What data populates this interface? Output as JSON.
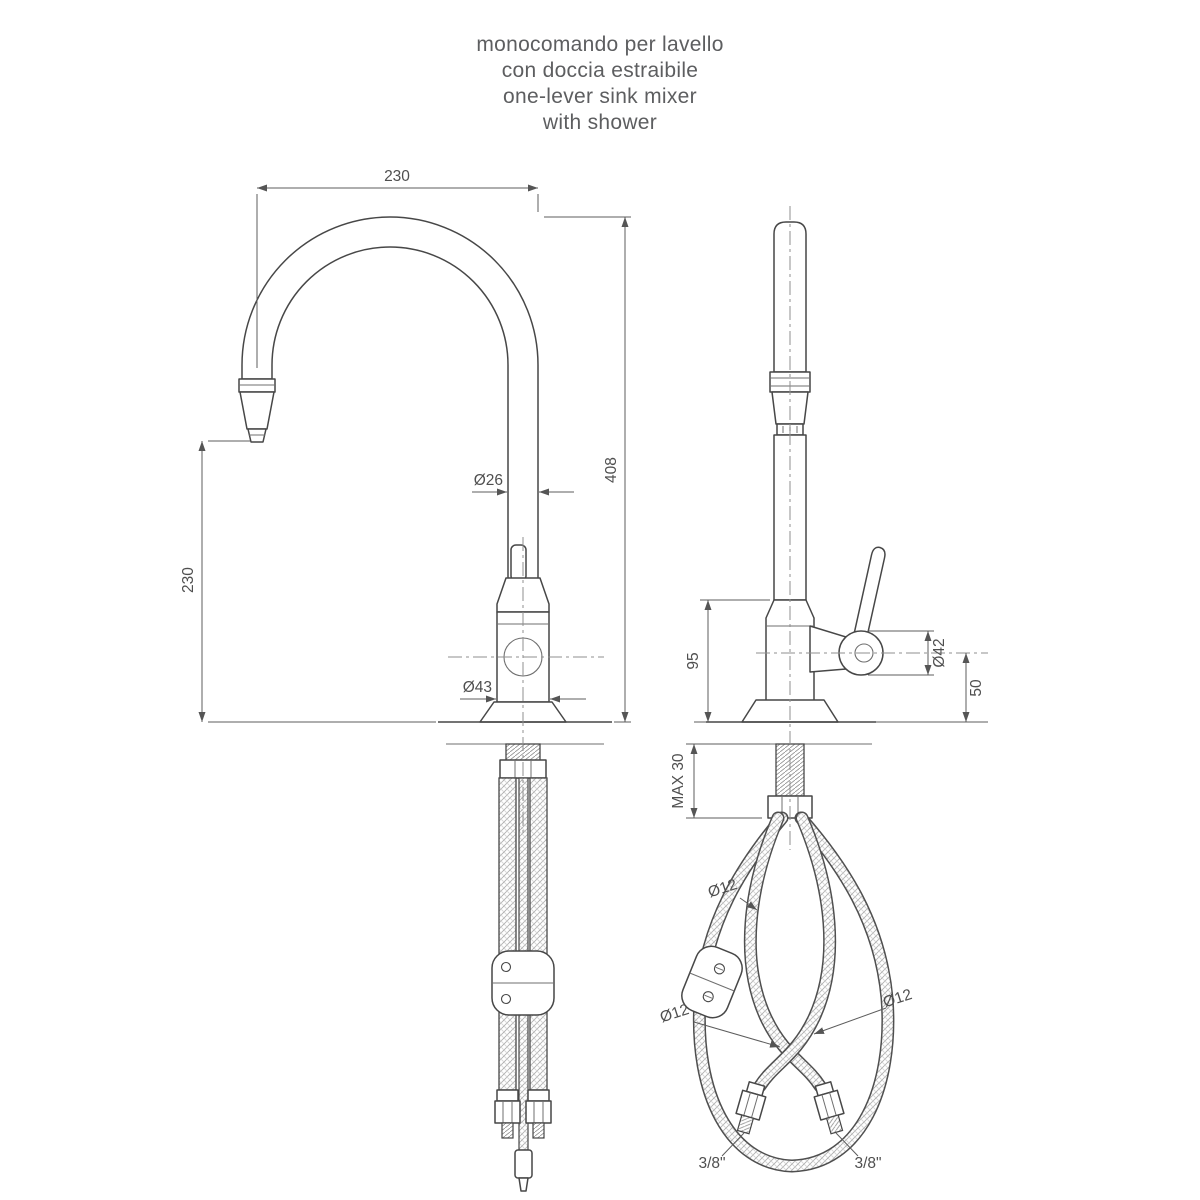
{
  "title": {
    "lines": [
      "monocomando per lavello",
      "con doccia estraibile",
      "one-lever sink mixer",
      "with shower"
    ]
  },
  "dimensions": {
    "spout_reach": "230",
    "spout_height": "408",
    "head_height": "230",
    "tube_diameter": "Ø26",
    "body_diameter": "Ø43",
    "outlet_height": "95",
    "handle_diameter": "Ø42",
    "handle_height": "50",
    "max_deck_thickness": "MAX 30",
    "hose_diameter_a": "Ø12",
    "hose_diameter_b": "Ø12",
    "hose_diameter_c": "Ø12",
    "connection_left": "3/8\"",
    "connection_right": "3/8\""
  },
  "colors": {
    "ink": "#474747",
    "dimension_lines": "#5c5c5c",
    "dimension_text": "#4f4f4f",
    "title_text": "#5d5e60",
    "background": "#ffffff"
  }
}
